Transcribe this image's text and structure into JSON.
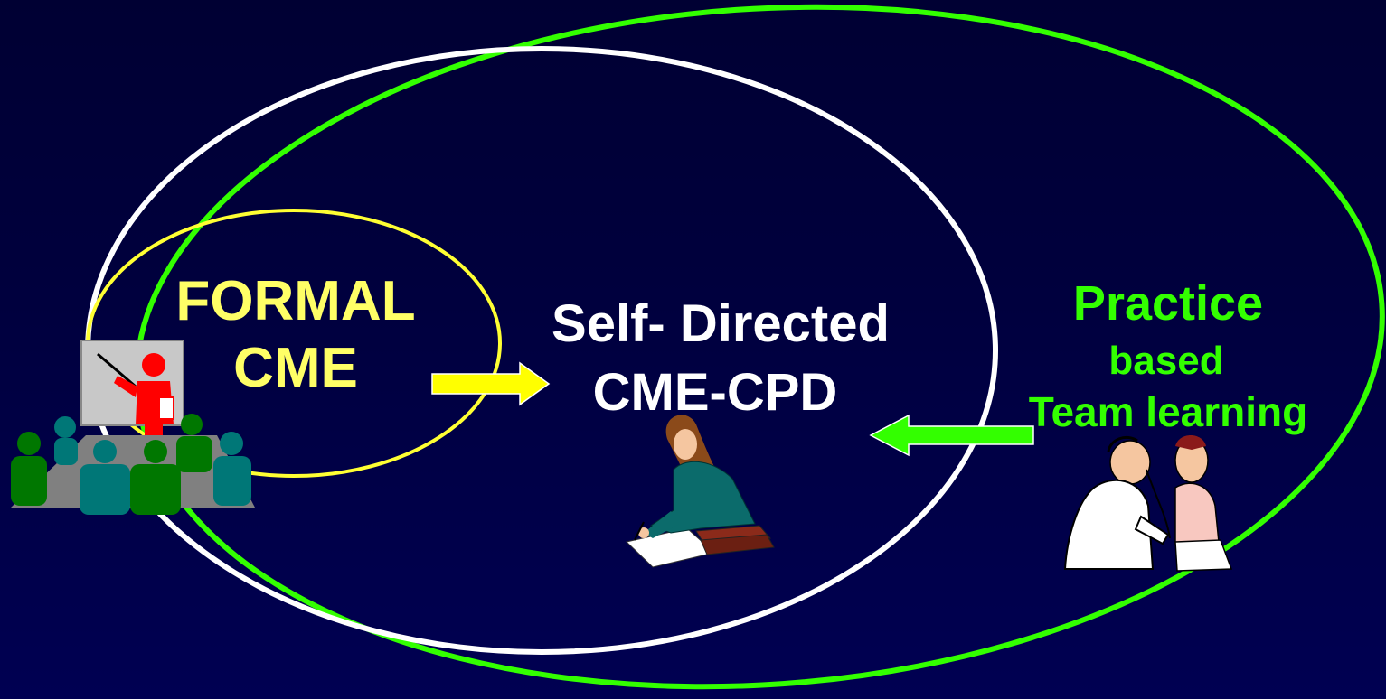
{
  "colors": {
    "background": "#000040",
    "formal": "#FFFF66",
    "self_directed": "#FFFFFF",
    "practice": "#33FF00"
  },
  "formal": {
    "line1": "FORMAL",
    "line2": "CME"
  },
  "self_directed": {
    "line1": "Self- Directed",
    "line2": "CME-CPD"
  },
  "practice": {
    "line1": "Practice",
    "line2": "based",
    "line3": "Team learning"
  },
  "icons": [
    "lecture-presenter-icon",
    "woman-writing-icon",
    "doctor-patient-icon"
  ]
}
